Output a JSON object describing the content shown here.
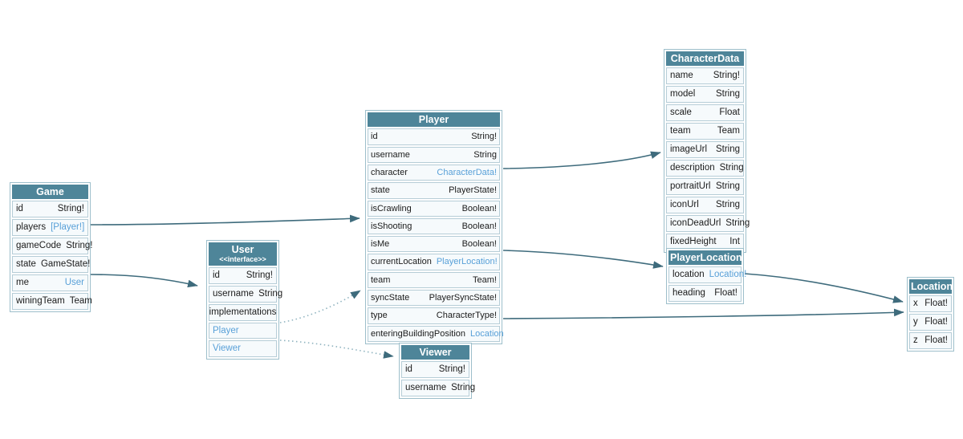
{
  "diagram": {
    "colors": {
      "header_bg": "#4e8599",
      "header_text": "#ffffff",
      "row_bg": "#f6fafc",
      "row_border": "#b6cdd7",
      "table_border": "#9dbfcb",
      "link_text": "#58a0d8",
      "edge_solid": "#3e6b7c",
      "edge_dotted": "#8fb3bf"
    },
    "tables": [
      {
        "title": "Game",
        "fields": [
          {
            "name": "id",
            "type": "String!",
            "link": false
          },
          {
            "name": "players",
            "type": "[Player!]",
            "link": true
          },
          {
            "name": "gameCode",
            "type": "String!",
            "link": false
          },
          {
            "name": "state",
            "type": "GameState!",
            "link": false
          },
          {
            "name": "me",
            "type": "User",
            "link": true
          },
          {
            "name": "winingTeam",
            "type": "Team",
            "link": false
          }
        ]
      },
      {
        "title": "User",
        "subtitle": "<<interface>>",
        "fields": [
          {
            "name": "id",
            "type": "String!",
            "link": false
          },
          {
            "name": "username",
            "type": "String",
            "link": false
          }
        ],
        "sections": [
          {
            "label": "implementations",
            "items": [
              "Player",
              "Viewer"
            ]
          }
        ]
      },
      {
        "title": "Player",
        "fields": [
          {
            "name": "id",
            "type": "String!",
            "link": false
          },
          {
            "name": "username",
            "type": "String",
            "link": false
          },
          {
            "name": "character",
            "type": "CharacterData!",
            "link": true
          },
          {
            "name": "state",
            "type": "PlayerState!",
            "link": false
          },
          {
            "name": "isCrawling",
            "type": "Boolean!",
            "link": false
          },
          {
            "name": "isShooting",
            "type": "Boolean!",
            "link": false
          },
          {
            "name": "isMe",
            "type": "Boolean!",
            "link": false
          },
          {
            "name": "currentLocation",
            "type": "PlayerLocation!",
            "link": true
          },
          {
            "name": "team",
            "type": "Team!",
            "link": false
          },
          {
            "name": "syncState",
            "type": "PlayerSyncState!",
            "link": false
          },
          {
            "name": "type",
            "type": "CharacterType!",
            "link": false
          },
          {
            "name": "enteringBuildingPosition",
            "type": "Location",
            "link": true
          }
        ]
      },
      {
        "title": "Viewer",
        "fields": [
          {
            "name": "id",
            "type": "String!",
            "link": false
          },
          {
            "name": "username",
            "type": "String",
            "link": false
          }
        ]
      },
      {
        "title": "CharacterData",
        "fields": [
          {
            "name": "name",
            "type": "String!",
            "link": false
          },
          {
            "name": "model",
            "type": "String",
            "link": false
          },
          {
            "name": "scale",
            "type": "Float",
            "link": false
          },
          {
            "name": "team",
            "type": "Team",
            "link": false
          },
          {
            "name": "imageUrl",
            "type": "String",
            "link": false
          },
          {
            "name": "description",
            "type": "String",
            "link": false
          },
          {
            "name": "portraitUrl",
            "type": "String",
            "link": false
          },
          {
            "name": "iconUrl",
            "type": "String",
            "link": false
          },
          {
            "name": "iconDeadUrl",
            "type": "String",
            "link": false
          },
          {
            "name": "fixedHeight",
            "type": "Int",
            "link": false
          }
        ]
      },
      {
        "title": "PlayerLocation",
        "fields": [
          {
            "name": "location",
            "type": "Location!",
            "link": true
          },
          {
            "name": "heading",
            "type": "Float!",
            "link": false
          }
        ]
      },
      {
        "title": "Location",
        "fields": [
          {
            "name": "x",
            "type": "Float!",
            "link": false
          },
          {
            "name": "y",
            "type": "Float!",
            "link": false
          },
          {
            "name": "z",
            "type": "Float!",
            "link": false
          }
        ]
      }
    ],
    "edges": [
      {
        "from": "Game.players",
        "to": "Player",
        "style": "solid"
      },
      {
        "from": "Game.me",
        "to": "User",
        "style": "solid"
      },
      {
        "from": "User.implementations.Player",
        "to": "Player",
        "style": "dotted"
      },
      {
        "from": "User.implementations.Viewer",
        "to": "Viewer",
        "style": "dotted"
      },
      {
        "from": "Player.character",
        "to": "CharacterData",
        "style": "solid"
      },
      {
        "from": "Player.currentLocation",
        "to": "PlayerLocation",
        "style": "solid"
      },
      {
        "from": "Player.enteringBuildingPosition",
        "to": "Location",
        "style": "solid"
      },
      {
        "from": "PlayerLocation.location",
        "to": "Location",
        "style": "solid"
      }
    ]
  }
}
